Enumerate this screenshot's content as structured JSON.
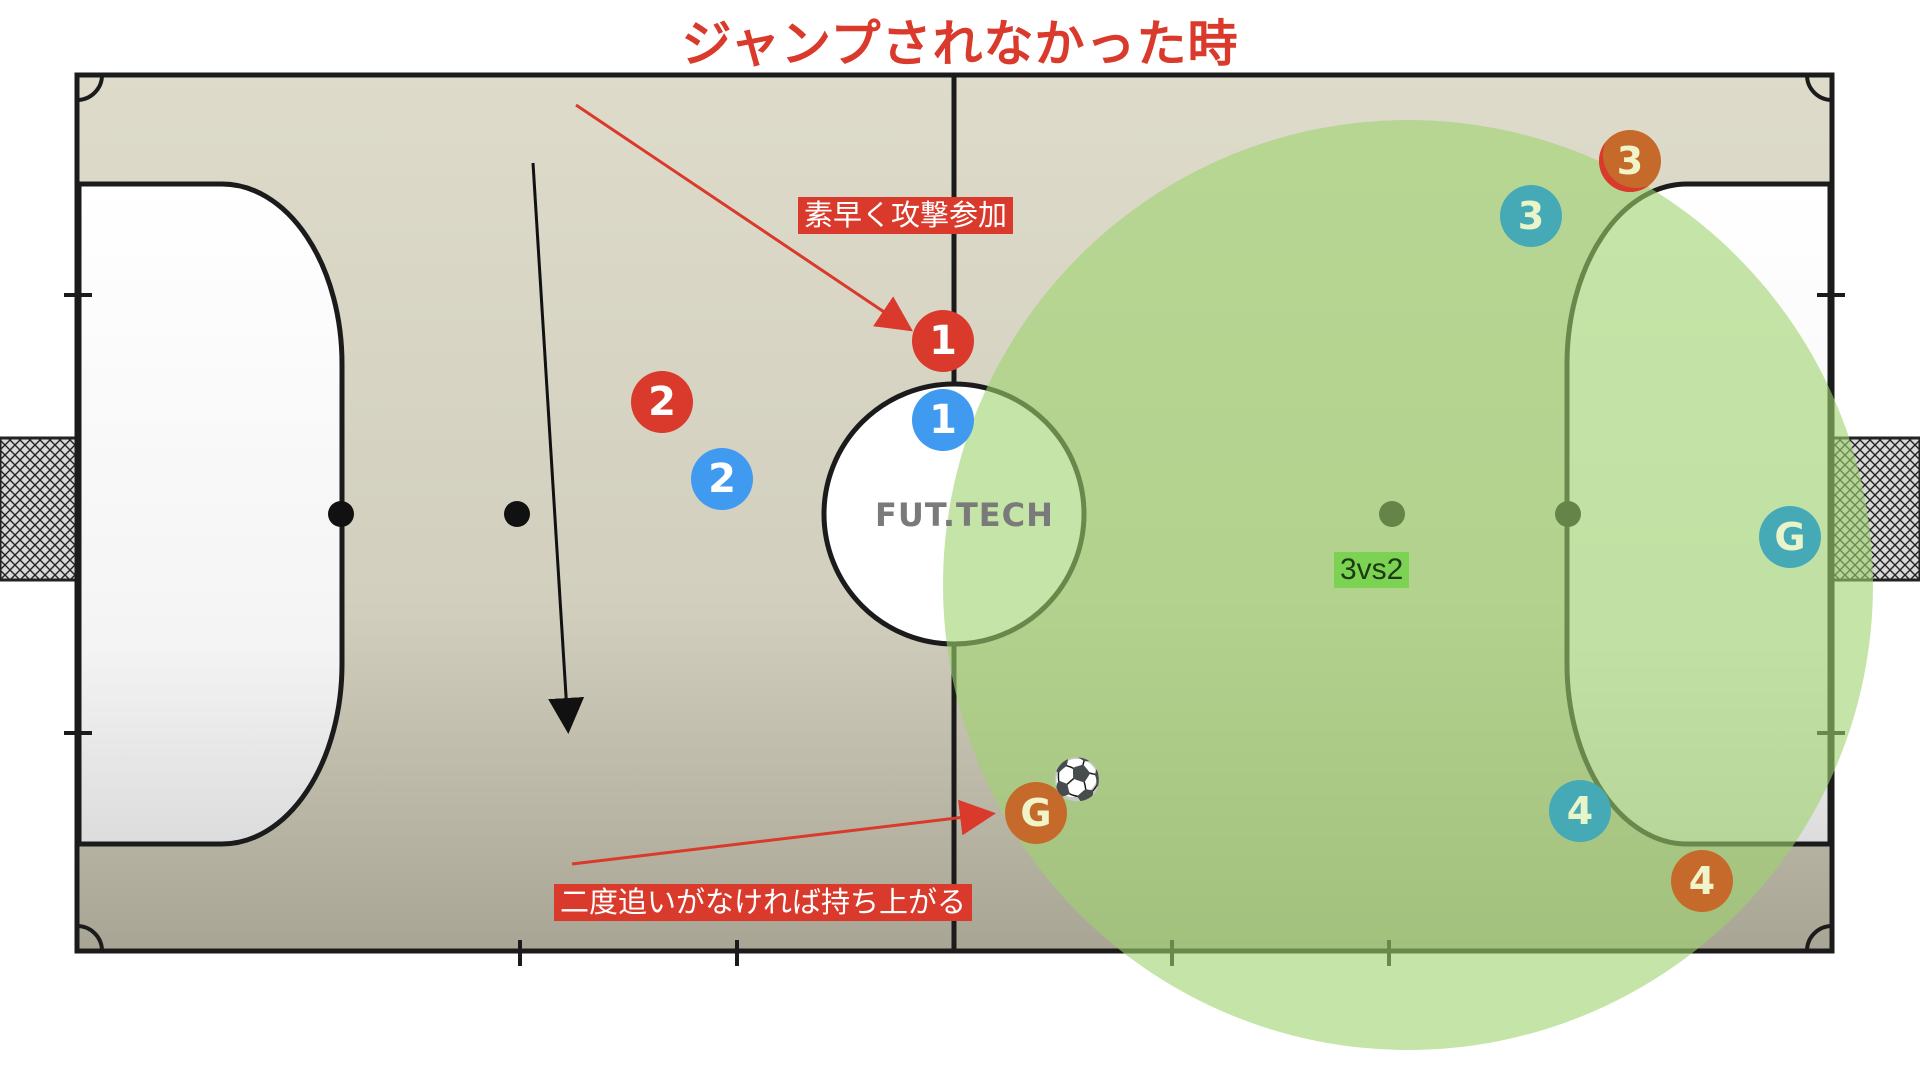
{
  "title": "ジャンプされなかった時",
  "colors": {
    "title": "#d93a2b",
    "team_red": "#d93a2b",
    "team_blue": "#3f9af0",
    "team_teal": "#46a9b6",
    "team_orange": "#c56a2a",
    "label_bg": "#d93a2b",
    "zone": "#9ed46e",
    "vs_bg": "#7bd253"
  },
  "annotations": {
    "attack_join": "素早く攻撃参加",
    "carry_up": "二度追いがなければ持ち上がる",
    "matchup": "3vs2"
  },
  "watermark": "FUT.TECH",
  "players": {
    "red_1": "1",
    "red_2": "2",
    "blue_1": "1",
    "blue_2": "2",
    "orange_3": "3",
    "orange_4": "4",
    "orange_g": "G",
    "teal_3": "3",
    "teal_4": "4",
    "teal_g": "G"
  },
  "icons": {
    "ball": "soccer-ball-icon"
  }
}
